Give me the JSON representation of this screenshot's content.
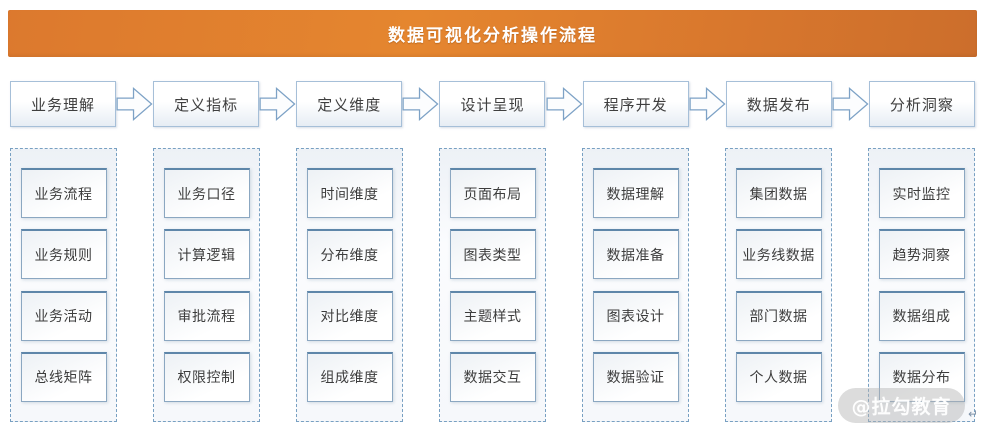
{
  "title": "数据可视化分析操作流程",
  "flow_steps": [
    {
      "label": "业务理解",
      "items": [
        "业务流程",
        "业务规则",
        "业务活动",
        "总线矩阵"
      ]
    },
    {
      "label": "定义指标",
      "items": [
        "业务口径",
        "计算逻辑",
        "审批流程",
        "权限控制"
      ]
    },
    {
      "label": "定义维度",
      "items": [
        "时间维度",
        "分布维度",
        "对比维度",
        "组成维度"
      ]
    },
    {
      "label": "设计呈现",
      "items": [
        "页面布局",
        "图表类型",
        "主题样式",
        "数据交互"
      ]
    },
    {
      "label": "程序开发",
      "items": [
        "数据理解",
        "数据准备",
        "图表设计",
        "数据验证"
      ]
    },
    {
      "label": "数据发布",
      "items": [
        "集团数据",
        "业务线数据",
        "部门数据",
        "个人数据"
      ]
    },
    {
      "label": "分析洞察",
      "items": [
        "实时监控",
        "趋势洞察",
        "数据组成",
        "数据分布"
      ]
    }
  ],
  "icons": {
    "flow_arrow": "block-arrow-right"
  },
  "watermark": {
    "text": "@拉勾教育"
  },
  "paragraph_mark": "↵",
  "colors": {
    "header_orange": "#e5862f",
    "flow_box_border": "#a6bfd8",
    "card_border": "#5e86a9",
    "dashed_border": "#78a0c2",
    "arrow_stroke": "#7da2c6",
    "text": "#3f3f3f",
    "title_text": "#ffffff"
  }
}
